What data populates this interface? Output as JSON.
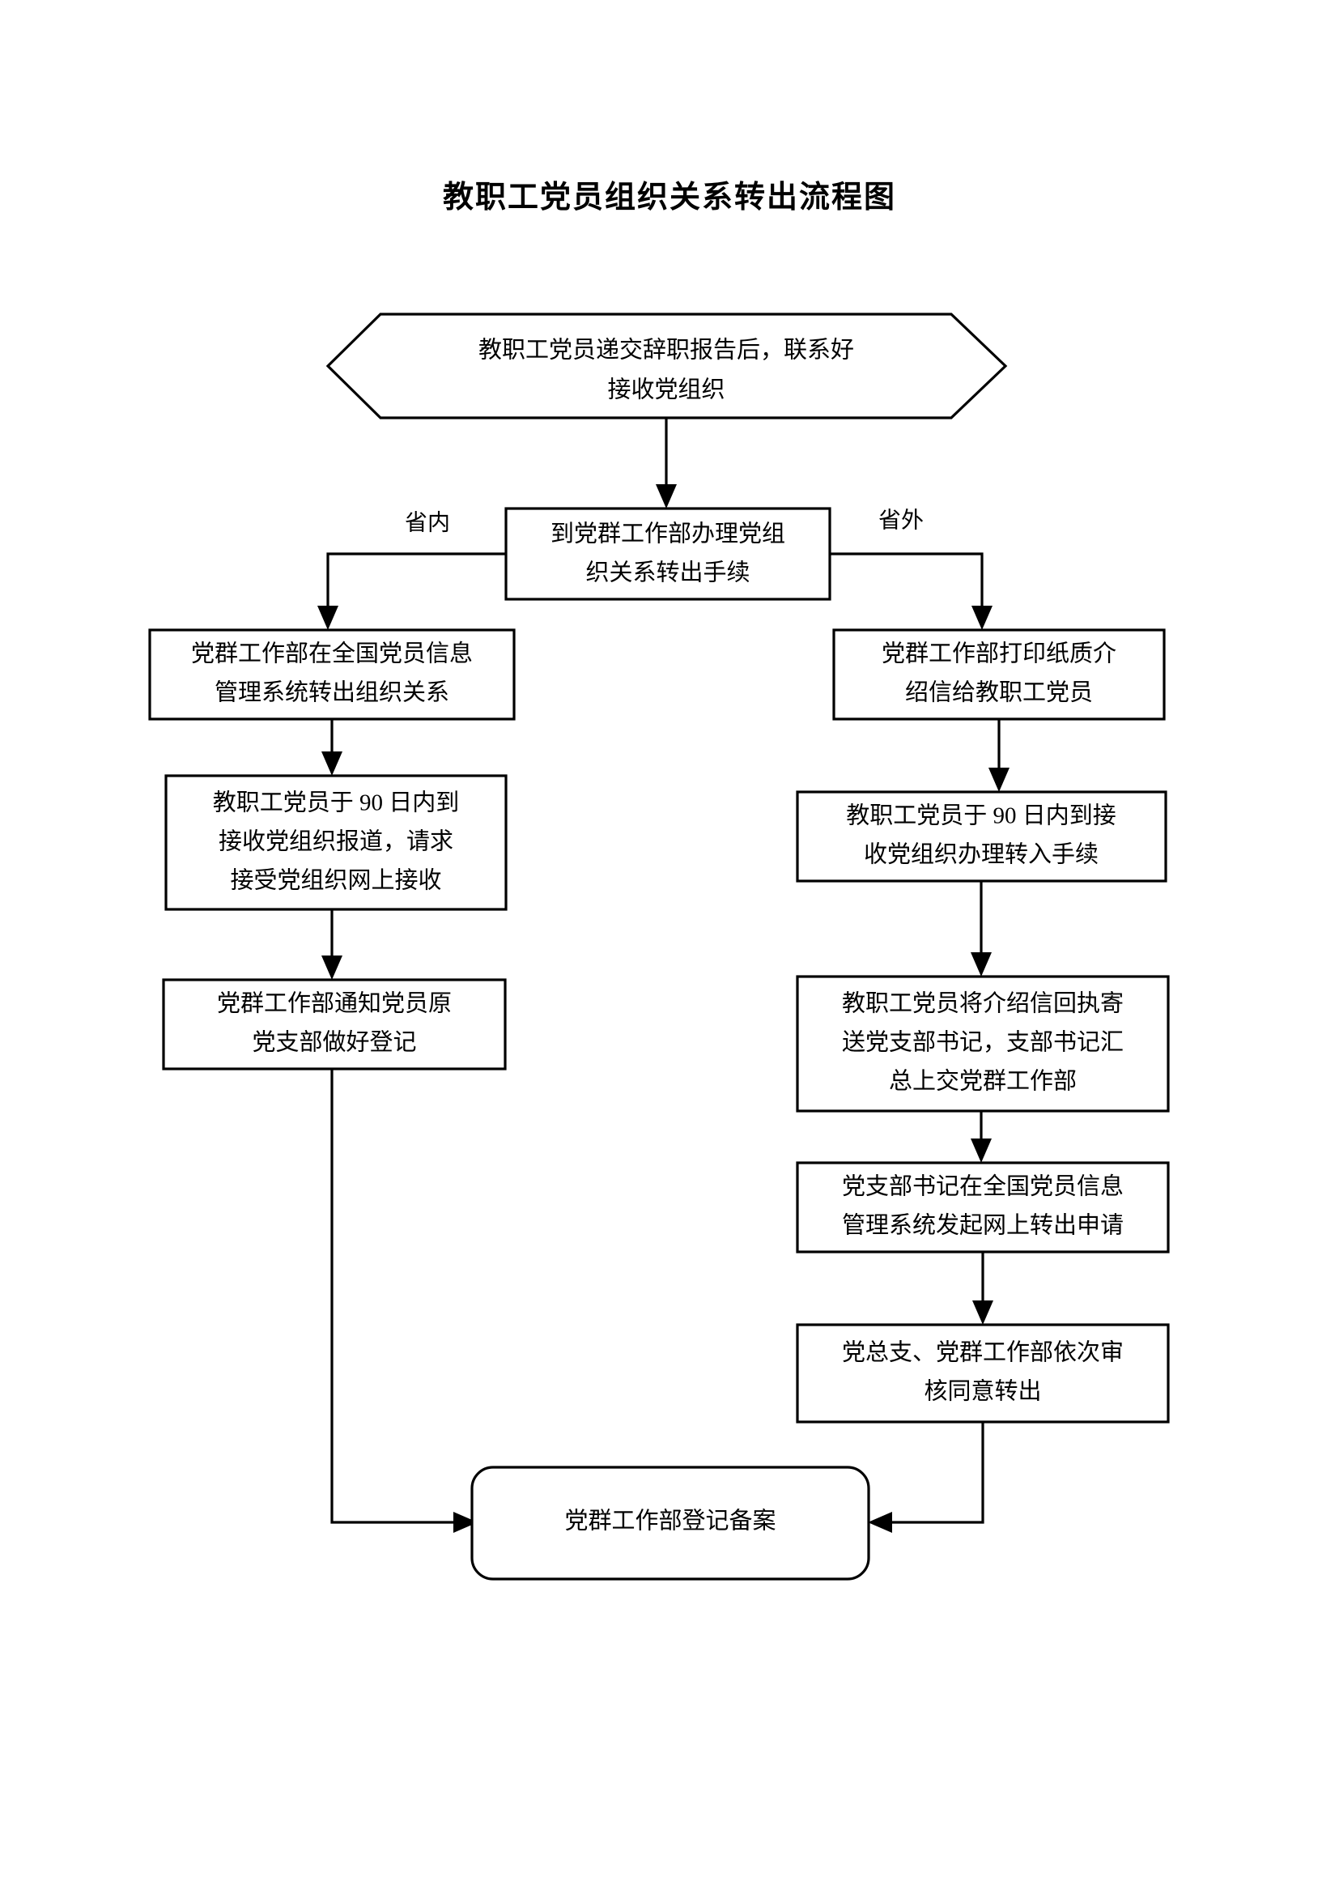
{
  "document": {
    "title": "教职工党员组织关系转出流程图",
    "page_background": "#ffffff",
    "line_color": "#000000",
    "shape_fill": "#ffffff"
  },
  "flowchart": {
    "type": "flowchart",
    "orientation": "top-to-bottom",
    "nodes": [
      {
        "id": "start",
        "shape": "hexagon",
        "lines": [
          "教职工党员递交辞职报告后，联系好",
          "接收党组织"
        ]
      },
      {
        "id": "apply",
        "shape": "rectangle",
        "lines": [
          "到党群工作部办理党组",
          "织关系转出手续"
        ]
      },
      {
        "id": "left1",
        "shape": "rectangle",
        "lines": [
          "党群工作部在全国党员信息",
          "管理系统转出组织关系"
        ]
      },
      {
        "id": "left2",
        "shape": "rectangle",
        "lines": [
          "教职工党员于 90 日内到",
          "接收党组织报道，请求",
          "接受党组织网上接收"
        ]
      },
      {
        "id": "left3",
        "shape": "rectangle",
        "lines": [
          "党群工作部通知党员原",
          "党支部做好登记"
        ]
      },
      {
        "id": "right1",
        "shape": "rectangle",
        "lines": [
          "党群工作部打印纸质介",
          "绍信给教职工党员"
        ]
      },
      {
        "id": "right2",
        "shape": "rectangle",
        "lines": [
          "教职工党员于 90 日内到接",
          "收党组织办理转入手续"
        ]
      },
      {
        "id": "right3",
        "shape": "rectangle",
        "lines": [
          "教职工党员将介绍信回执寄",
          "送党支部书记，支部书记汇",
          "总上交党群工作部"
        ]
      },
      {
        "id": "right4",
        "shape": "rectangle",
        "lines": [
          "党支部书记在全国党员信息",
          "管理系统发起网上转出申请"
        ]
      },
      {
        "id": "right5",
        "shape": "rectangle",
        "lines": [
          "党总支、党群工作部依次审",
          "核同意转出"
        ]
      },
      {
        "id": "end",
        "shape": "rounded-rectangle",
        "lines": [
          "党群工作部登记备案"
        ]
      }
    ],
    "edge_labels": [
      {
        "id": "label-left-branch",
        "text": "省内"
      },
      {
        "id": "label-right-branch",
        "text": "省外"
      }
    ]
  }
}
